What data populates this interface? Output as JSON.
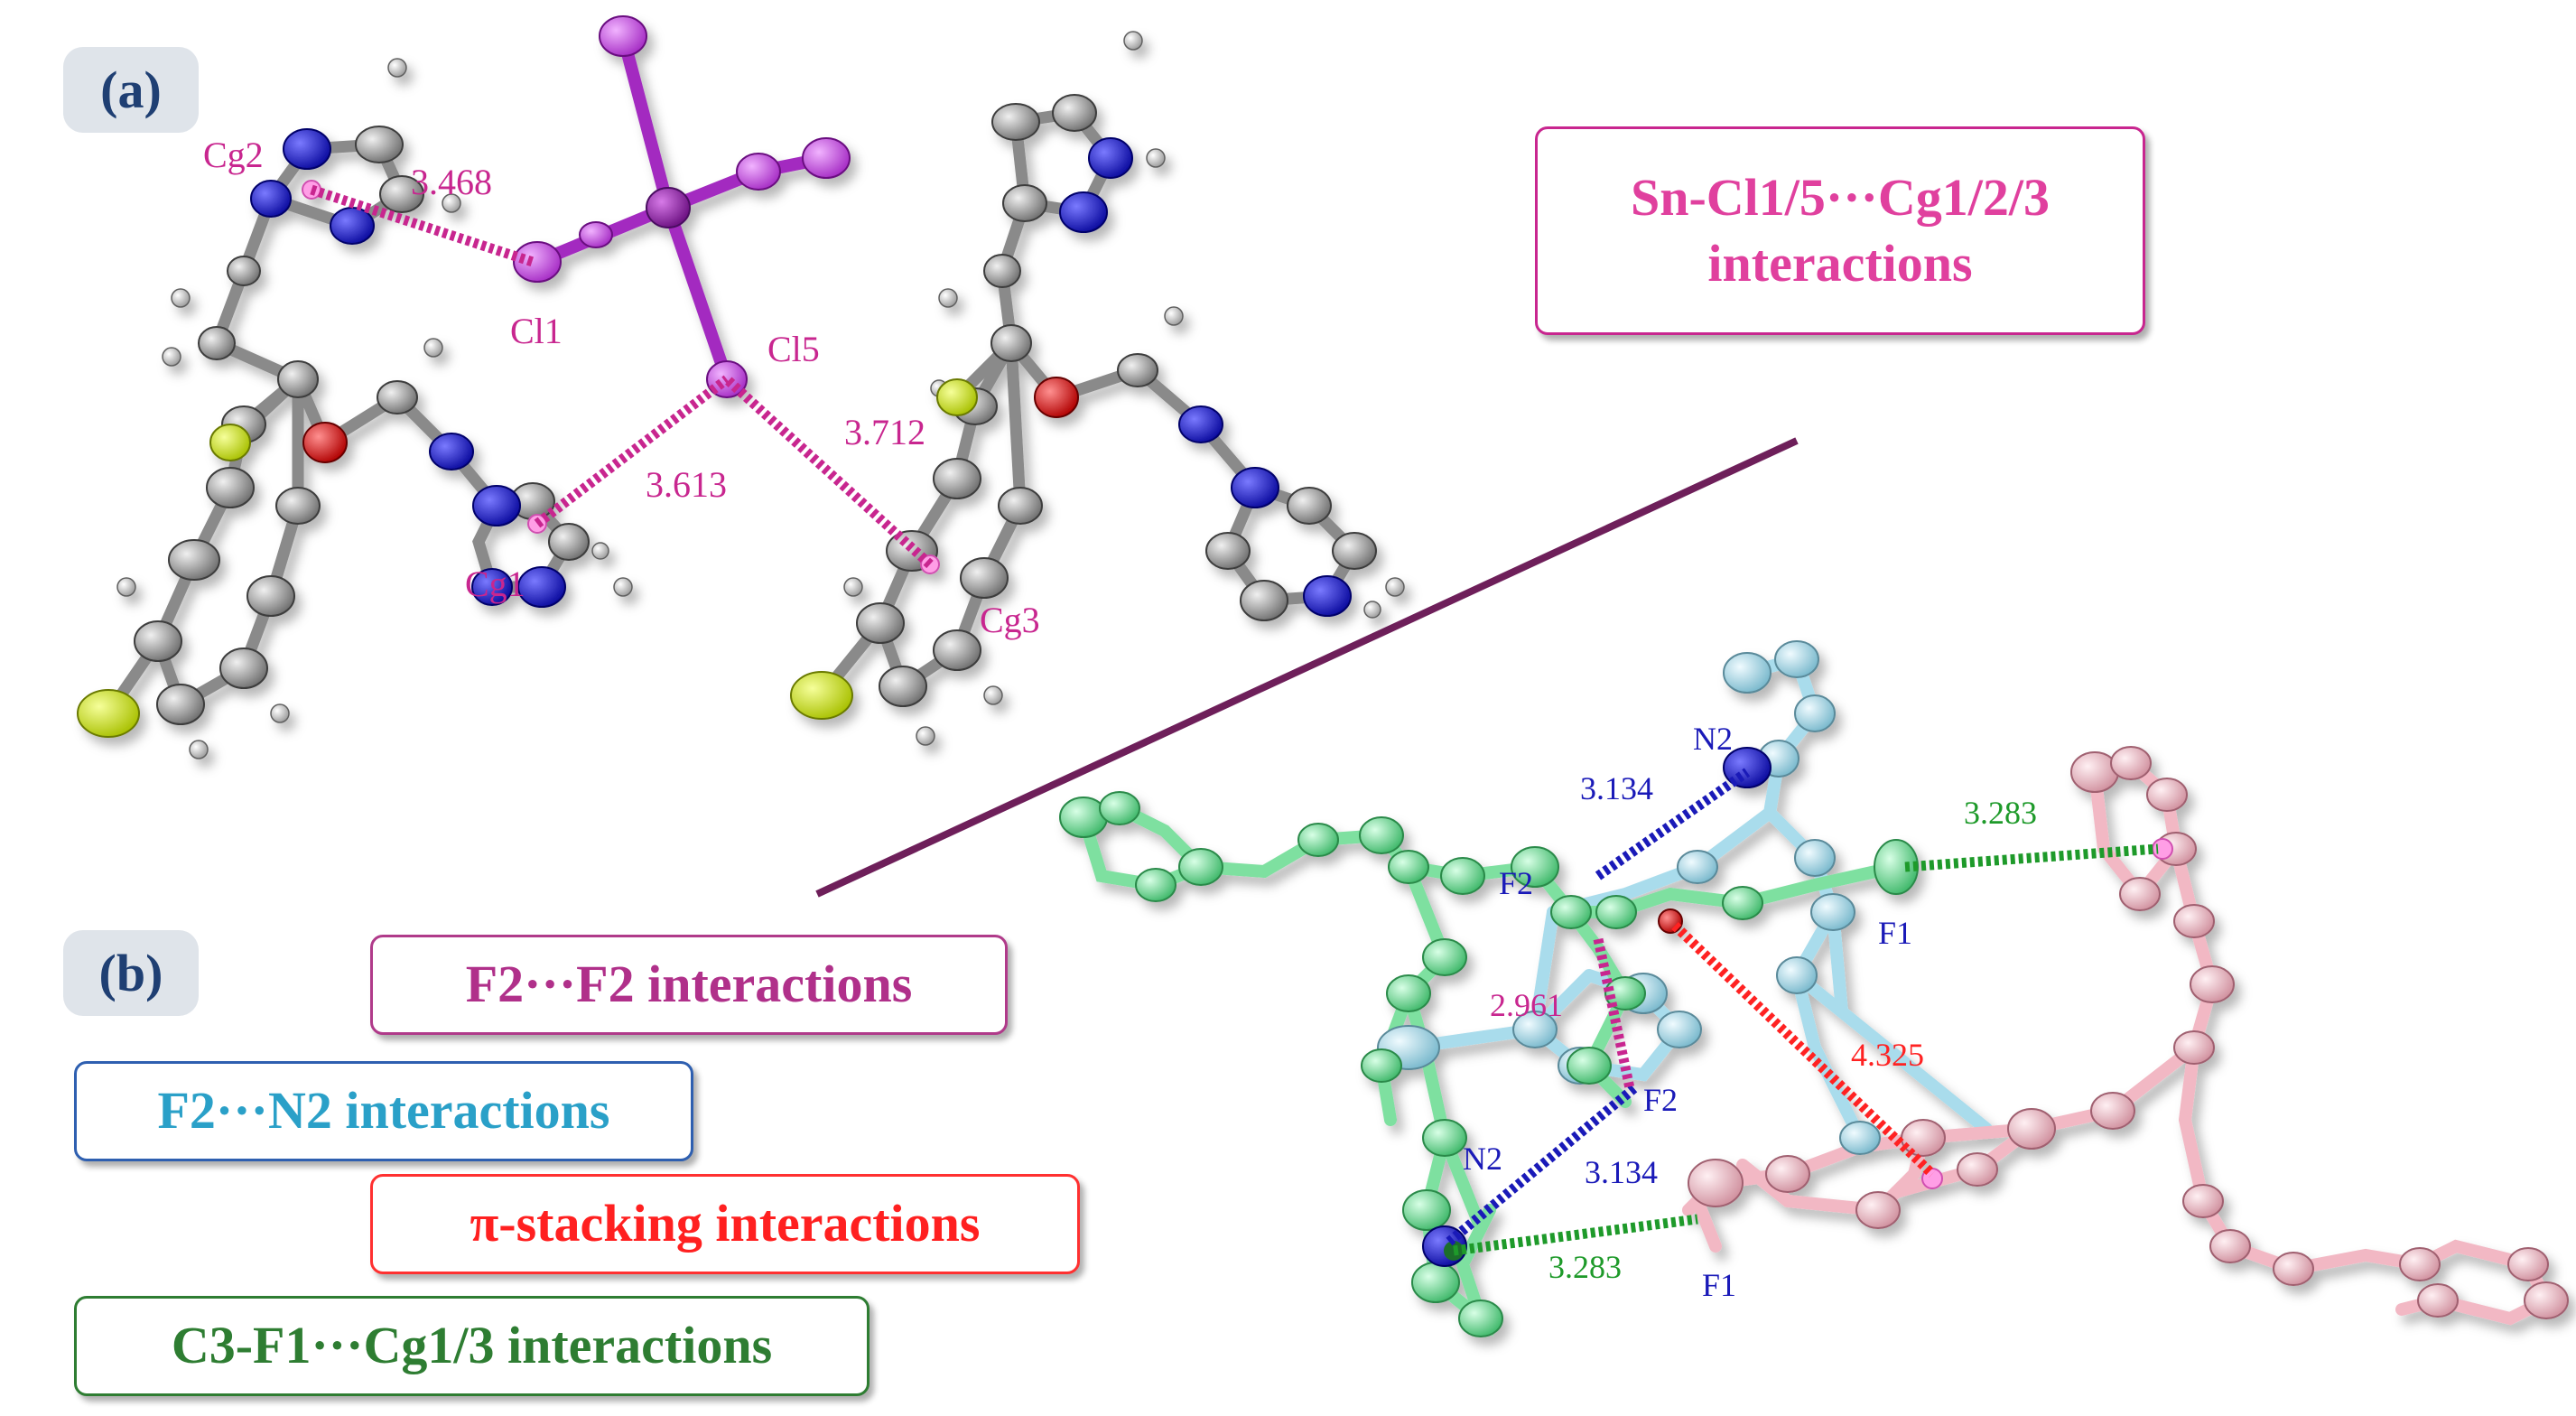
{
  "panels": {
    "a": "(a)",
    "b": "(b)"
  },
  "legend": {
    "sn_cl": {
      "line1": "Sn-Cl1/5···Cg1/2/3",
      "line2": "interactions"
    },
    "f2f2": "F2···F2 interactions",
    "f2n2": "F2···N2 interactions",
    "pi": "π-stacking interactions",
    "c3f1": "C3-F1···Cg1/3 interactions"
  },
  "labels_a": {
    "cg2": "Cg2",
    "cl1": "Cl1",
    "cl5": "Cl5",
    "cg1": "Cg1",
    "cg3": "Cg3",
    "d_cg2_cl1": "3.468",
    "d_cg1_cl5": "3.613",
    "d_cg3_cl5": "3.712"
  },
  "labels_b": {
    "n2_top": "N2",
    "n2_bottom": "N2",
    "f2_top": "F2",
    "f2_bottom": "F2",
    "f1_right": "F1",
    "f1_bottom": "F1",
    "d_n2f2_top": "3.134",
    "d_n2f2_bottom": "3.134",
    "d_f1cg_top": "3.283",
    "d_f1cg_bottom": "3.283",
    "d_f2f2": "2.961",
    "d_pi": "4.325"
  },
  "colors": {
    "magenta": "#c8268f",
    "blue": "#1a1ab8",
    "green": "#1e9a2a",
    "red": "#ff2222",
    "divider": "#6e1f5a",
    "carbon": "#8c8c8c",
    "nitrogen": "#1b1bd6",
    "oxygen": "#e01818",
    "fluorine": "#d8f020",
    "tin": "#9b1fb0",
    "chlorine": "#d65ae6",
    "mint": "#7ee0a0",
    "skyblue": "#a9dcec",
    "pink": "#f2b8c4"
  }
}
